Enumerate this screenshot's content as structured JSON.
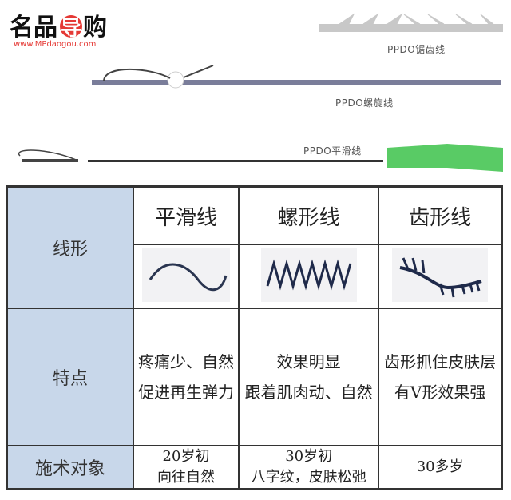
{
  "illustration": {
    "labels": [
      "PPDO锯齿线",
      "PPDO螺旋线",
      "PPDO平滑线"
    ],
    "needle_hub_color": "#3cc24a"
  },
  "table": {
    "row_headers": [
      "线形",
      "特点",
      "施术对象"
    ],
    "columns": [
      "平滑线",
      "螺形线",
      "齿形线"
    ],
    "shape_icons": [
      "smooth-wave-icon",
      "zigzag-spiral-icon",
      "barbed-thread-icon"
    ],
    "features": [
      [
        "疼痛少、自然",
        "促进再生弹力"
      ],
      [
        "效果明显",
        "跟着肌肉动、自然"
      ],
      [
        "齿形抓住皮肤层",
        "有V形效果强"
      ]
    ],
    "targets": [
      [
        "20岁初",
        "向往自然"
      ],
      [
        "30岁初",
        "八字纹，皮肤松弛"
      ],
      [
        "30多岁",
        ""
      ]
    ],
    "header_color": "#c8d7ea"
  },
  "watermark": {
    "brand": "名品导购",
    "url": "www.MPdaogou.com",
    "accent": "#e53935"
  }
}
